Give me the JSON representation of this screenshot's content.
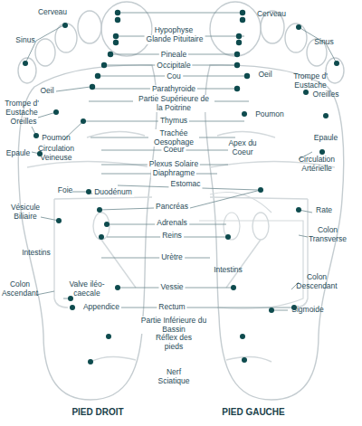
{
  "diagram": {
    "labels": [
      "Cerveau",
      "Cerveau",
      "Sinus",
      "Sinus",
      "Hypophyse",
      "Glande Pituitaire",
      "Pineale",
      "Occipitale",
      "Cou",
      "Oeil",
      "Parathyroide",
      "Oeil",
      "Trompe d' Eustache",
      "Trompe d' Eustache",
      "Oreilles",
      "Partie Supérieure de la Poitrine",
      "Oreilles",
      "Poumon",
      "Thymus",
      "Trachée Oesophage",
      "Poumon",
      "Epaule",
      "Apex du Coeur",
      "Coeur",
      "Epaule",
      "Circulation Veineuse",
      "Circulation Artérielle",
      "Plexus Solaire",
      "Diaphragme",
      "Estomac",
      "Foie",
      "Duodénum",
      "Vésicule Biliaire",
      "Rate",
      "Pancréas",
      "Adrenals",
      "Colon Transverse",
      "Reins",
      "Intestins",
      "Urètre",
      "Intestins",
      "Colon Descendant",
      "Colon Ascendant",
      "Valve iléo-caecale",
      "Vessie",
      "Appendice",
      "Rectum",
      "Sigmoide",
      "Partie Inférieure du Bassin",
      "Réflex des pieds",
      "Nerf Sciatique",
      "PIED DROIT",
      "PIED GAUCHE"
    ]
  }
}
